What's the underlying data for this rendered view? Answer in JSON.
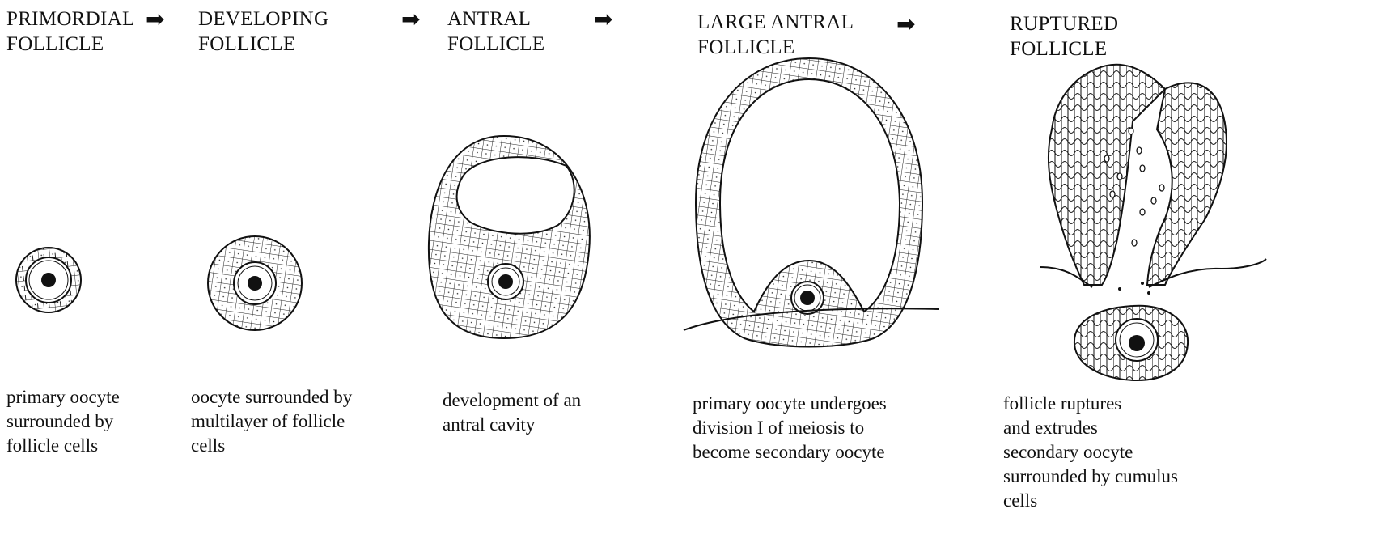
{
  "stages": [
    {
      "title": "PRIMORDIAL\nFOLLICLE",
      "caption": "primary oocyte\nsurrounded by\nfollicle cells"
    },
    {
      "title": "DEVELOPING\nFOLLICLE",
      "caption": "oocyte surrounded by\nmultilayer of follicle\ncells"
    },
    {
      "title": "ANTRAL\nFOLLICLE",
      "caption": "development of an\nantral cavity"
    },
    {
      "title": "LARGE ANTRAL\nFOLLICLE",
      "caption": "primary oocyte undergoes\ndivision I of meiosis to\nbecome secondary oocyte"
    },
    {
      "title": "RUPTURED\nFOLLICLE",
      "caption": "follicle ruptures\nand extrudes\nsecondary oocyte\nsurrounded by cumulus\ncells"
    }
  ],
  "arrow_glyph": "➡",
  "colors": {
    "ink": "#111111",
    "paper": "#ffffff"
  }
}
